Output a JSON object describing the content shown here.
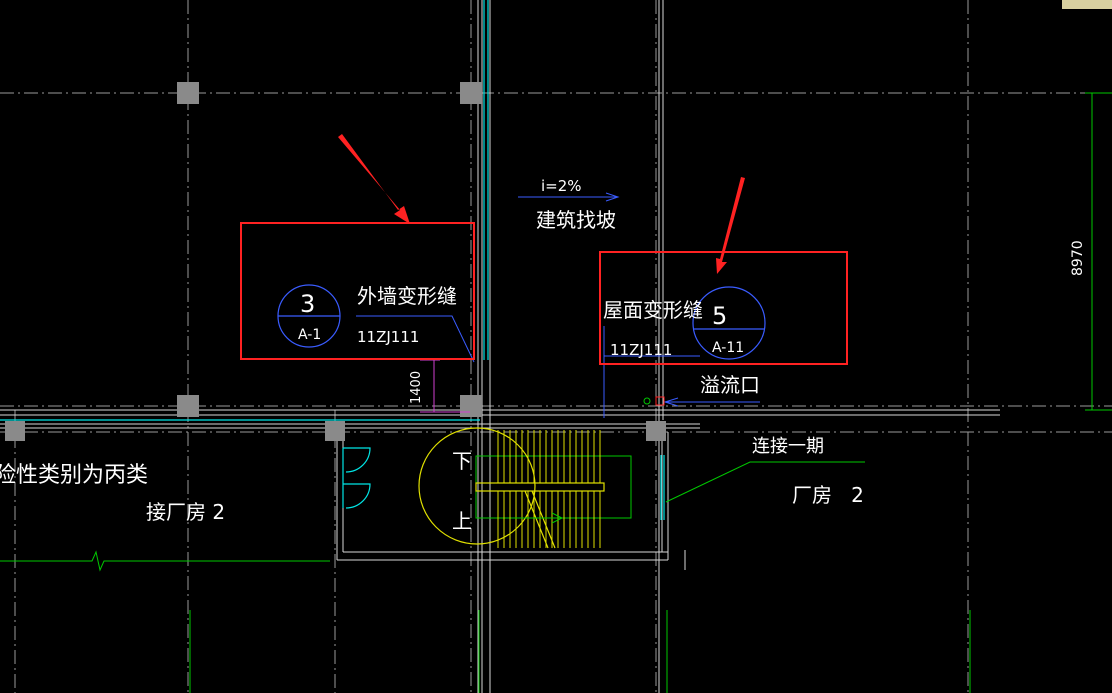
{
  "colors": {
    "background": "#000000",
    "grid": "#9a9a9a",
    "wall": "#d8d8d8",
    "cyan": "#00e5e5",
    "green": "#00c800",
    "yellow": "#e0e000",
    "blue": "#3a5cff",
    "red": "#ff2222",
    "magenta": "#d040d0",
    "column": "#8a8a8a",
    "text": "#ffffff"
  },
  "labels": {
    "slope": "i=2%",
    "slope_note": "建筑找坡",
    "exterior_joint": "外墙变形缝",
    "roof_joint": "屋面变形缝",
    "detail_left_num": "3",
    "detail_left_sheet": "A-1",
    "detail_left_atlas": "11ZJ111",
    "detail_right_num": "5",
    "detail_right_sheet": "A-11",
    "detail_right_atlas": "11ZJ111",
    "overflow": "溢流口",
    "connect_phase": "连接一期",
    "plant_right": "厂房   2",
    "plant_left": "接厂房 2",
    "fire_class": "险性类别为丙类",
    "down": "下",
    "up": "上",
    "dim_height": "1400",
    "dim_right": "8970"
  },
  "icons": [
    "arrow-annotation-icon",
    "detail-index-circle-icon",
    "column-icon",
    "door-swing-icon"
  ]
}
